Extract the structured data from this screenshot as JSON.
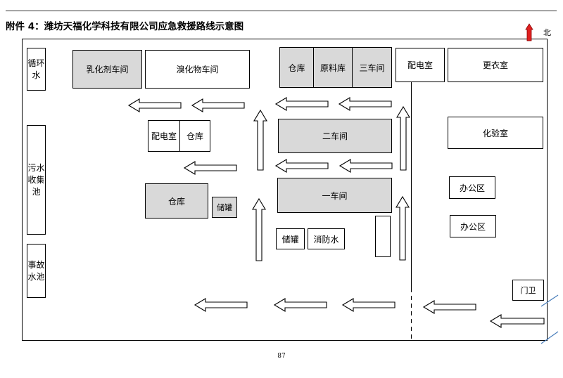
{
  "header": {
    "title": "附件 4：潍坊天福化学科技有限公司应急救援路线示意图"
  },
  "compass": {
    "label": "北",
    "arrow_color": "#e02020"
  },
  "buildings": {
    "circ_water": "循环水",
    "sewage_pool": "污水收集池",
    "accident_pool": "事故水池",
    "emulsifier_ws": "乳化剂车间",
    "bromide_ws": "溴化物车间",
    "warehouse_top": "仓库",
    "raw_material_wh": "原料库",
    "ws3": "三车间",
    "power_room_top": "配电室",
    "locker_room": "更衣室",
    "power_room_mid": "配电室",
    "warehouse_mid": "仓库",
    "ws2": "二车间",
    "lab": "化验室",
    "office1": "办公区",
    "office2": "办公区",
    "warehouse_low": "仓库",
    "tank_small": "储罐",
    "ws1": "一车间",
    "tank_low": "储罐",
    "fire_water": "消防水",
    "guard": "门卫"
  },
  "colors": {
    "gray_fill": "#d9d9d9",
    "line": "#000000",
    "gate_mark": "#4a7ebb"
  },
  "footer": {
    "page_number": "87"
  }
}
